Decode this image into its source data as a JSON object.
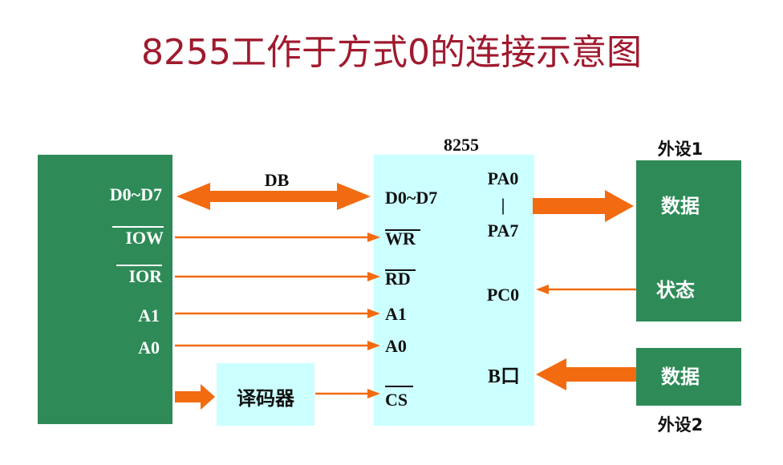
{
  "title": "8255工作于方式0的连接示意图",
  "cpu_side": {
    "d_bus": "D0~D7",
    "iow": "IOW",
    "ior": "IOR",
    "a1": "A1",
    "a0": "A0"
  },
  "bus_label": "DB",
  "decoder_label": "译码器",
  "chip": {
    "name": "8255",
    "d_bus": "D0~D7",
    "wr": "WR",
    "rd": "RD",
    "a1": "A1",
    "a0": "A0",
    "cs": "CS",
    "pa0": "PA0",
    "pa_sep": "|",
    "pa7": "PA7",
    "pc0": "PC0",
    "portb": "B口"
  },
  "peripheral1": {
    "label": "外设1",
    "data": "数据",
    "status": "状态"
  },
  "peripheral2": {
    "label": "外设2",
    "data": "数据"
  },
  "colors": {
    "title": "#a01a2e",
    "cpu_block": "#2e8b57",
    "chip_block": "#ccffff",
    "arrow": "#f26b10",
    "peripheral": "#2e8b57"
  }
}
